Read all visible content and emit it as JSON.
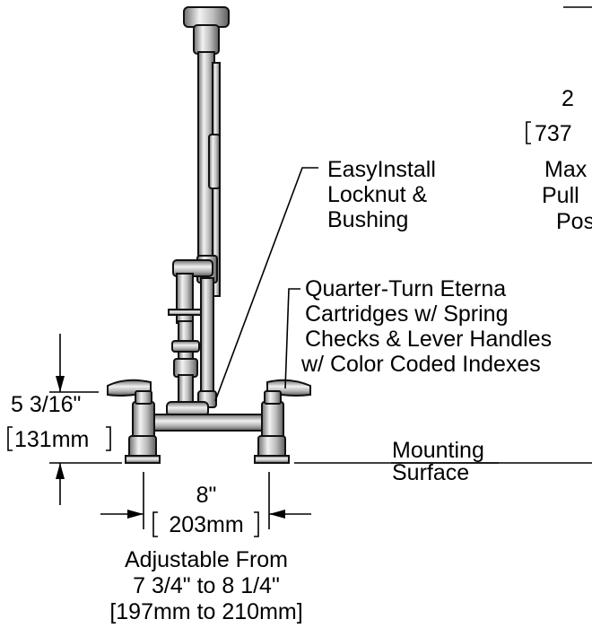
{
  "callouts": {
    "locknut": [
      "EasyInstall",
      "Locknut &",
      "Bushing"
    ],
    "cartridges": [
      "Quarter-Turn Eterna",
      "Cartridges w/ Spring",
      "Checks & Lever Handles",
      "w/ Color Coded Indexes"
    ],
    "mounting": [
      "Mounting",
      "Surface"
    ]
  },
  "dimensions": {
    "height_in": "5 3/16\"",
    "height_mm": "131mm",
    "width_in": "8\"",
    "width_mm": "203mm",
    "adjustable": [
      "Adjustable From",
      "7 3/4\" to 8 1/4\"",
      "[197mm to 210mm]"
    ]
  },
  "cropped_right": {
    "line1": "2",
    "line2": "737",
    "line3": "Max",
    "line4": "Pull",
    "line5": "Pos"
  },
  "colors": {
    "chrome_light": "#dcdcdc",
    "chrome_mid": "#a9a9a9",
    "chrome_dark": "#6e6e6e",
    "ink": "#000000"
  }
}
